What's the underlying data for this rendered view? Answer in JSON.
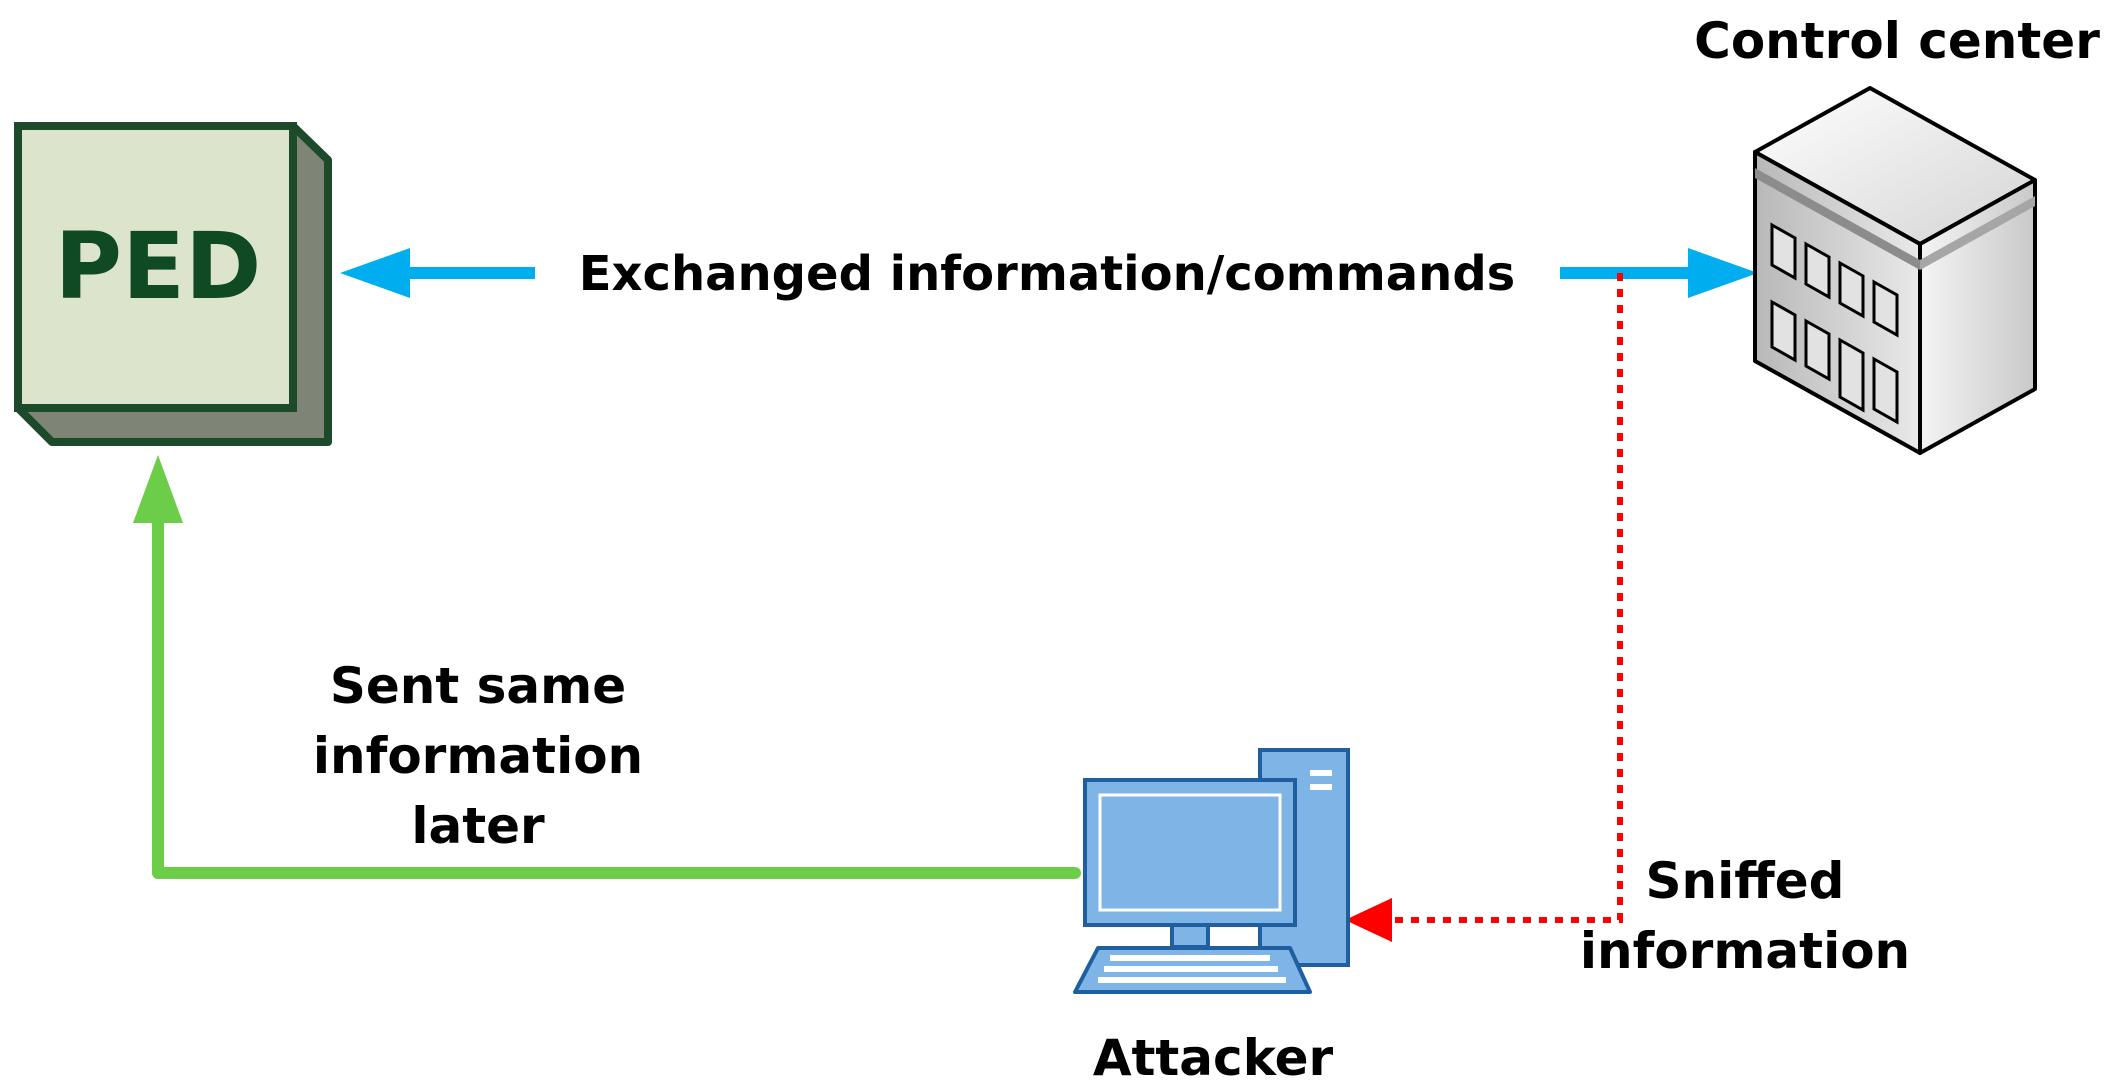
{
  "nodes": {
    "ped": {
      "label": "PED"
    },
    "control_center": {
      "label": "Control center"
    },
    "attacker": {
      "label": "Attacker"
    }
  },
  "edges": {
    "exchanged": {
      "label": "Exchanged information/commands"
    },
    "sniffed": {
      "label_line1": "Sniffed",
      "label_line2": "information"
    },
    "replay": {
      "label_line1": "Sent same",
      "label_line2": "information",
      "label_line3": "later"
    }
  },
  "colors": {
    "ped_face": "#dde4cc",
    "ped_border": "#1c4a2a",
    "ped_shadow": "#7f8576",
    "ped_text": "#0f4a24",
    "exchange_arrow": "#00aef0",
    "sniff_line": "#ff0000",
    "replay_line": "#6ccd48",
    "computer_fill": "#7eb4e6",
    "computer_stroke": "#1f5fa0"
  },
  "icons": {
    "control_center": "building-icon",
    "attacker": "desktop-computer-icon"
  }
}
